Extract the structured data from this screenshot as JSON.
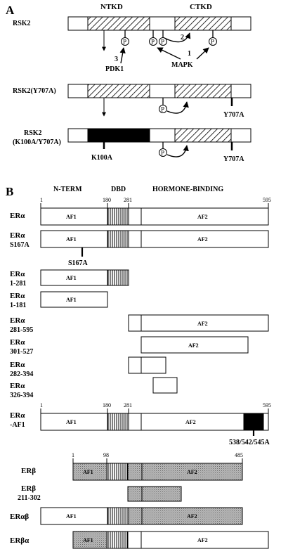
{
  "panel_a": {
    "label": "A",
    "domain_ntkd": "NTKD",
    "domain_ctkd": "CTKD",
    "constructs": [
      {
        "line1": "RSK2",
        "line2": ""
      },
      {
        "line1": "RSK2(Y707A)",
        "line2": ""
      },
      {
        "line1": "RSK2",
        "line2": "(K100A/Y707A)"
      }
    ],
    "phospho": "P",
    "kinase_pdk1": "PDK1",
    "kinase_mapk": "MAPK",
    "step1": "1",
    "step2": "2",
    "step3": "3",
    "mut_y707a": "Y707A",
    "mut_k100a": "K100A"
  },
  "panel_b": {
    "label": "B",
    "header_nterm": "N-TERM",
    "header_dbd": "DBD",
    "header_hormone": "HORMONE-BINDING",
    "num_1": "1",
    "num_180": "180",
    "num_281": "281",
    "num_595": "595",
    "num_98": "98",
    "num_485": "485",
    "af1": "AF1",
    "af2": "AF2",
    "mut_s167a": "S167A",
    "mut_538": "538/542/545A",
    "constructs": [
      {
        "line1": "ERα",
        "line2": ""
      },
      {
        "line1": "ERα",
        "line2": "S167A"
      },
      {
        "line1": "ERα",
        "line2": "1-281"
      },
      {
        "line1": "ERα",
        "line2": "1-181"
      },
      {
        "line1": "ERα",
        "line2": "281-595"
      },
      {
        "line1": "ERα",
        "line2": "301-527"
      },
      {
        "line1": "ERα",
        "line2": "282-394"
      },
      {
        "line1": "ERα",
        "line2": "326-394"
      },
      {
        "line1": "ERα",
        "line2": "-AF1"
      },
      {
        "line1": "ERβ",
        "line2": ""
      },
      {
        "line1": "ERβ",
        "line2": "211-302"
      },
      {
        "line1": "ERαβ",
        "line2": ""
      },
      {
        "line1": "ERβα",
        "line2": ""
      }
    ]
  }
}
